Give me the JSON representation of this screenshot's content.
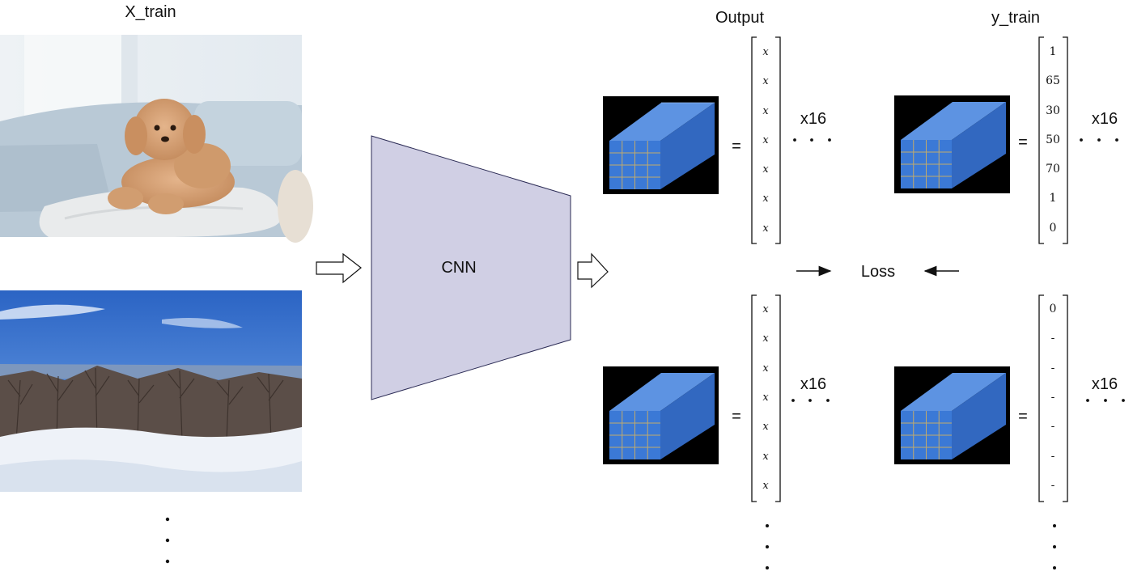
{
  "labels": {
    "x_train": "X_train",
    "output": "Output",
    "y_train": "y_train",
    "cnn": "CNN",
    "loss": "Loss",
    "equals": "=",
    "multiplier": "x16"
  },
  "output_vectors": [
    [
      "x",
      "x",
      "x",
      "x",
      "x",
      "x",
      "x"
    ],
    [
      "x",
      "x",
      "x",
      "x",
      "x",
      "x",
      "x"
    ]
  ],
  "ytrain_vectors": [
    [
      "1",
      "65",
      "30",
      "50",
      "70",
      "1",
      "0"
    ],
    [
      "0",
      "-",
      "-",
      "-",
      "-",
      "-",
      "-"
    ]
  ],
  "images": [
    {
      "name": "dog-photo",
      "subject": "toy poodle lying on a cushion on a light blue sofa"
    },
    {
      "name": "snow-landscape-photo",
      "subject": "snowy hillside with bare trees under a blue sky"
    }
  ],
  "colors": {
    "cnn_fill": "#d0cfe4",
    "cube_blue": "#3b79d6",
    "cube_grid": "#d9b35a",
    "tile_bg": "#000000"
  }
}
